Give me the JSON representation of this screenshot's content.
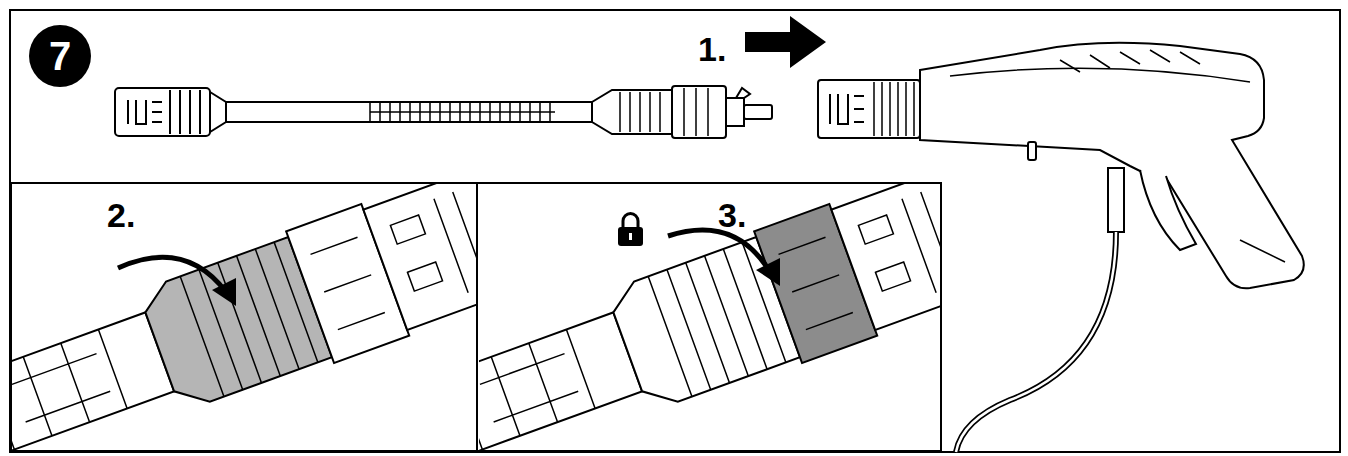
{
  "diagram": {
    "nodes": [
      {
        "text": [
          "7"
        ]
      },
      {
        "text": [
          "2."
        ]
      },
      {
        "text": [
          "3."
        ]
      }
    ],
    "labels": [
      "1."
    ]
  }
}
